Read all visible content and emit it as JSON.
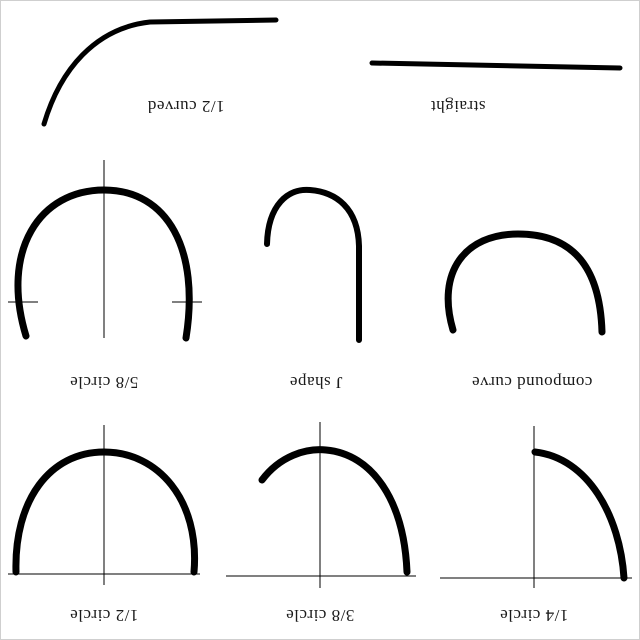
{
  "shapes": [
    {
      "id": "half-curved",
      "label": "1/2 curved"
    },
    {
      "id": "straight",
      "label": "straight"
    },
    {
      "id": "five-eighths-circle",
      "label": "5/8 circle"
    },
    {
      "id": "j-shape",
      "label": "J shape"
    },
    {
      "id": "compound-curve",
      "label": "compound curve"
    },
    {
      "id": "half-circle",
      "label": "1/2 circle"
    },
    {
      "id": "three-eighths-circle",
      "label": "3/8 circle"
    },
    {
      "id": "quarter-circle",
      "label": "1/4 circle"
    }
  ],
  "colors": {
    "stroke": "#000000",
    "background": "#ffffff"
  }
}
